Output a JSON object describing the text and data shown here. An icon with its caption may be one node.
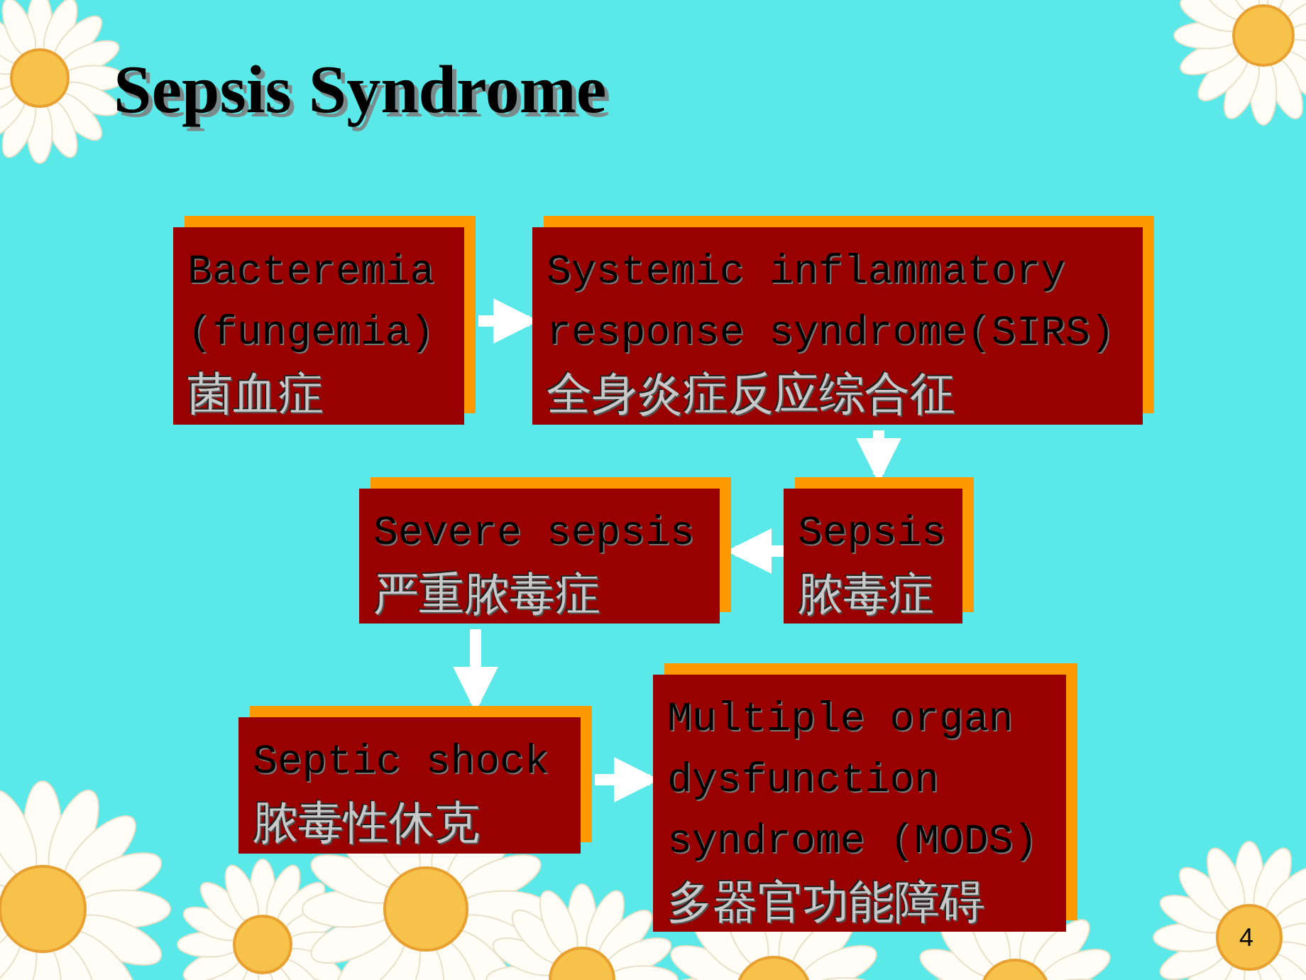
{
  "diagram": {
    "title": "Sepsis Syndrome",
    "nodes": [
      {
        "text": [
          "Bacteremia (fungemia)",
          "菌血症"
        ]
      },
      {
        "text": [
          "Systemic inflammatory response syndrome(SIRS)",
          "全身炎症反应综合征"
        ]
      },
      {
        "text": [
          "Sepsis",
          "脓毒症"
        ]
      },
      {
        "text": [
          "Severe sepsis",
          "严重脓毒症"
        ]
      },
      {
        "text": [
          "Septic shock",
          "脓毒性休克"
        ]
      },
      {
        "text": [
          "Multiple organ dysfunction syndrome (MODS)",
          "多器官功能障碍"
        ]
      }
    ],
    "edges": [
      {
        "from": 0,
        "to": 1,
        "arrow": "to"
      },
      {
        "from": 1,
        "to": 2,
        "arrow": "to"
      },
      {
        "from": 2,
        "to": 3,
        "arrow": "to"
      },
      {
        "from": 3,
        "to": 4,
        "arrow": "to"
      },
      {
        "from": 4,
        "to": 5,
        "arrow": "to"
      }
    ],
    "labels": [
      "4"
    ]
  }
}
